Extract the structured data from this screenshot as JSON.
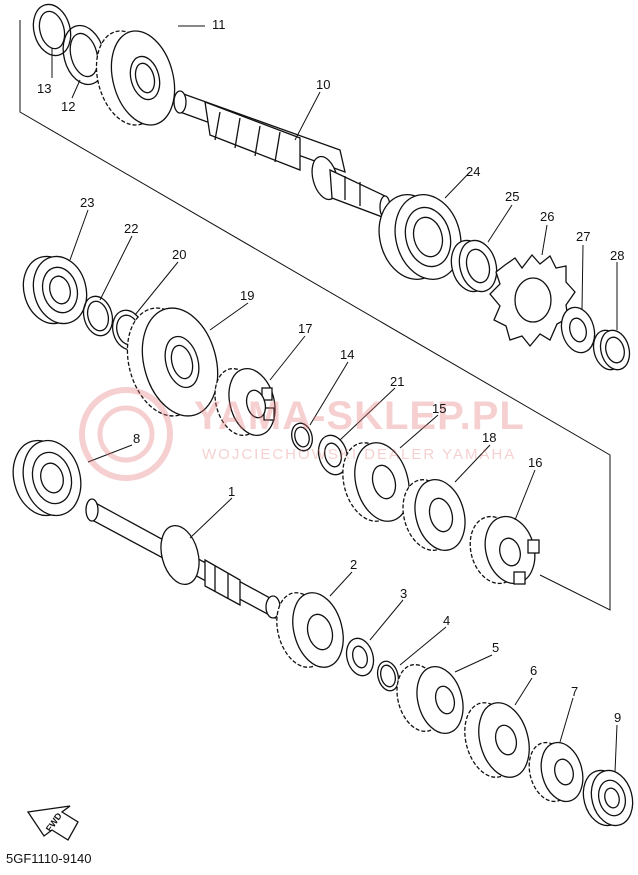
{
  "diagram_code": "5GF1110-9140",
  "watermark": {
    "line1": "YAMA-SKLEP.PL",
    "line2": "WOJCIECHOWSKI DEALER YAMAHA"
  },
  "fwd_label": "FWD",
  "callouts": {
    "p1": "1",
    "p2": "2",
    "p3": "3",
    "p4": "4",
    "p5": "5",
    "p6": "6",
    "p7": "7",
    "p8": "8",
    "p9": "9",
    "p10": "10",
    "p11": "11",
    "p12": "12",
    "p13": "13",
    "p14": "14",
    "p15": "15",
    "p16": "16",
    "p17": "17",
    "p18": "18",
    "p19": "19",
    "p20": "20",
    "p21": "21",
    "p22": "22",
    "p23": "23",
    "p24": "24",
    "p25": "25",
    "p26": "26",
    "p27": "27",
    "p28": "28"
  }
}
